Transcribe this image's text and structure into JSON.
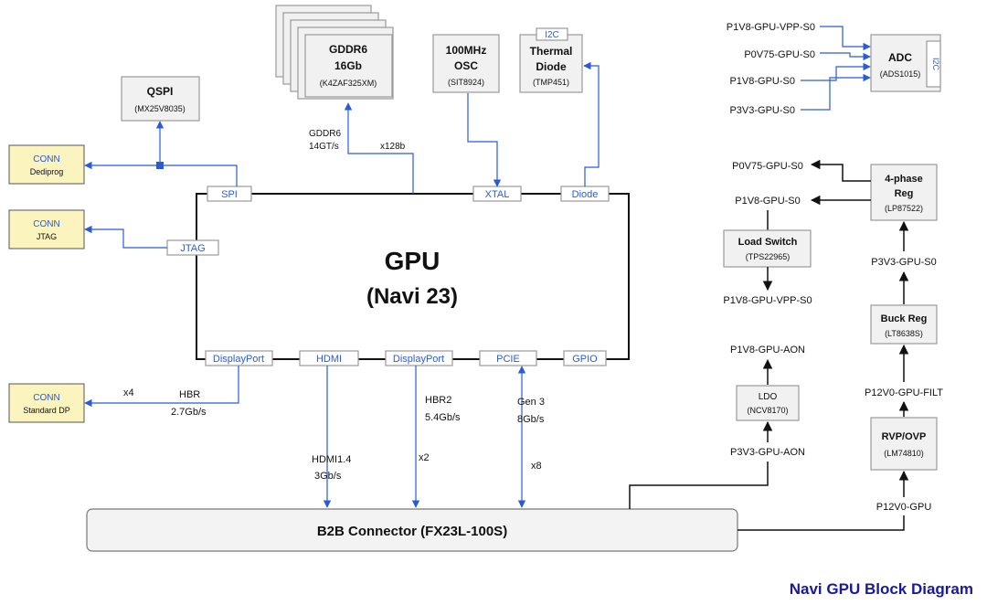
{
  "title": "Navi GPU Block Diagram",
  "gpu": {
    "line1": "GPU",
    "line2": "(Navi 23)"
  },
  "ports": {
    "spi": "SPI",
    "jtag": "JTAG",
    "xtal": "XTAL",
    "diode": "Diode",
    "dp1": "DisplayPort",
    "hdmi": "HDMI",
    "dp2": "DisplayPort",
    "pcie": "PCIE",
    "gpio": "GPIO"
  },
  "chips": {
    "qspi": {
      "name": "QSPI",
      "part": "(MX25V8035)"
    },
    "gddr6": {
      "name1": "GDDR6",
      "name2": "16Gb",
      "part": "(K4ZAF325XM)"
    },
    "osc": {
      "name1": "100MHz",
      "name2": "OSC",
      "part": "(SIT8924)"
    },
    "thermal": {
      "tab": "I2C",
      "name1": "Thermal",
      "name2": "Diode",
      "part": "(TMP451)"
    },
    "adc": {
      "name": "ADC",
      "part": "(ADS1015)",
      "tab": "I2C"
    },
    "reg4": {
      "name1": "4-phase",
      "name2": "Reg",
      "part": "(LP87522)"
    },
    "load_switch": {
      "name": "Load Switch",
      "part": "(TPS22965)"
    },
    "buck": {
      "name": "Buck Reg",
      "part": "(LT8638S)"
    },
    "ldo": {
      "name": "LDO",
      "part": "(NCV8170)"
    },
    "rvp": {
      "name": "RVP/OVP",
      "part": "(LM74810)"
    },
    "b2b": {
      "name": "B2B Connector (FX23L-100S)"
    }
  },
  "connectors": {
    "dediprog": {
      "name": "CONN",
      "sub": "Dediprog"
    },
    "jtag": {
      "name": "CONN",
      "sub": "JTAG"
    },
    "dp": {
      "name": "CONN",
      "sub": "Standard DP"
    }
  },
  "labels": {
    "gddr6_bus1": "GDDR6",
    "gddr6_bus2": "14GT/s",
    "gddr6_width": "x128b",
    "dp_lanes": "x4",
    "hbr": "HBR",
    "hbr_rate": "2.7Gb/s",
    "hdmi_ver": "HDMI1.4",
    "hdmi_rate": "3Gb/s",
    "hbr2": "HBR2",
    "hbr2_rate": "5.4Gb/s",
    "hbr2_lanes": "x2",
    "pcie_gen": "Gen 3",
    "pcie_rate": "8Gb/s",
    "pcie_lanes": "x8"
  },
  "rails": {
    "adc_in1": "P1V8-GPU-VPP-S0",
    "adc_in2": "P0V75-GPU-S0",
    "adc_in3": "P1V8-GPU-S0",
    "adc_in4": "P3V3-GPU-S0",
    "out_p0v75": "P0V75-GPU-S0",
    "out_p1v8": "P1V8-GPU-S0",
    "vpp": "P1V8-GPU-VPP-S0",
    "p3v3": "P3V3-GPU-S0",
    "aon_out": "P1V8-GPU-AON",
    "aon_in": "P3V3-GPU-AON",
    "filt": "P12V0-GPU-FILT",
    "p12v": "P12V0-GPU"
  }
}
